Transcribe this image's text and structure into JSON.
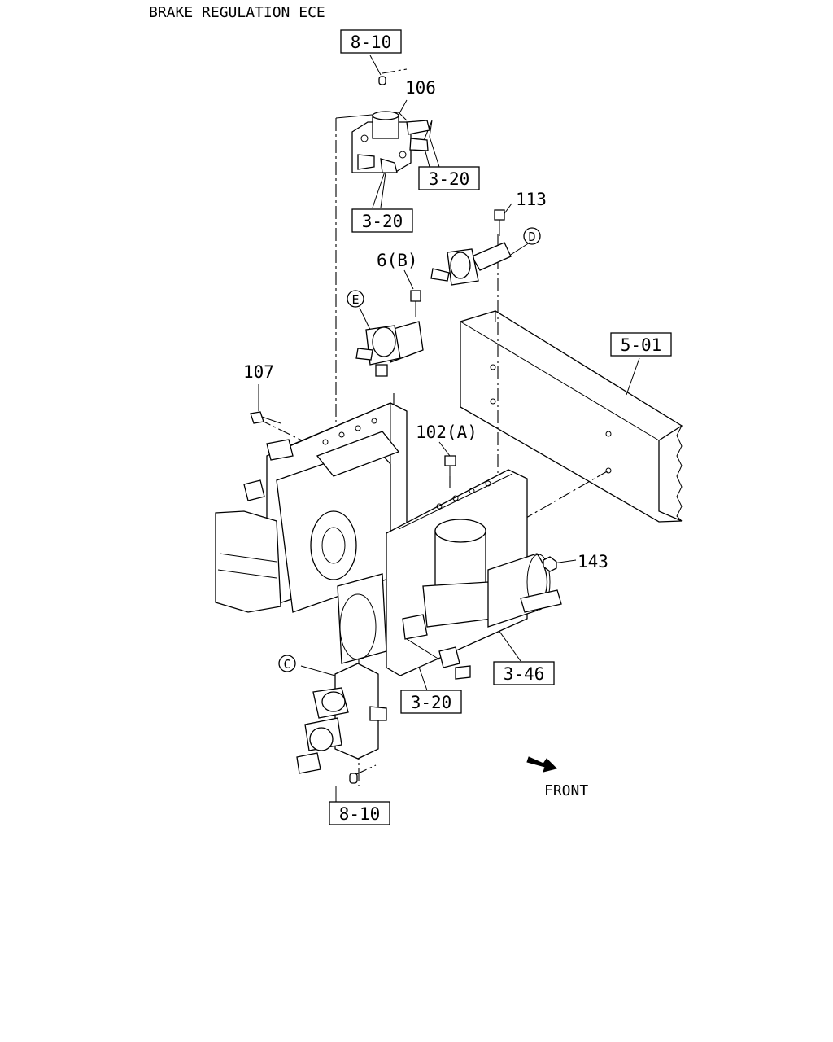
{
  "title": "BRAKE REGULATION ECE",
  "callouts": {
    "ref_8_10_top": "8-10",
    "ref_3_20_a": "3-20",
    "ref_3_20_b": "3-20",
    "ref_5_01": "5-01",
    "ref_3_46": "3-46",
    "ref_3_20_c": "3-20",
    "ref_8_10_bottom": "8-10"
  },
  "part_numbers": {
    "p106": "106",
    "p113": "113",
    "p6b": "6(B)",
    "p107": "107",
    "p102a": "102(A)",
    "p143": "143"
  },
  "circle_labels": {
    "d": "D",
    "e": "E",
    "c": "C"
  },
  "direction_label": "FRONT"
}
